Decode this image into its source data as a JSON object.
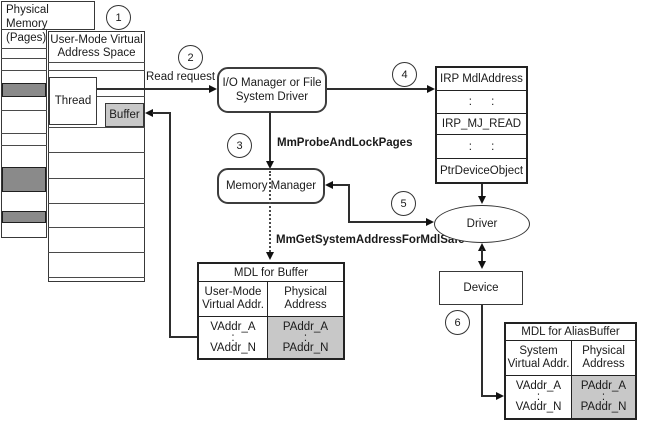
{
  "steps": [
    "1",
    "2",
    "3",
    "4",
    "5",
    "6"
  ],
  "physical_memory": {
    "line1": "Physical Memory",
    "line2": "(Pages)"
  },
  "user_mode": {
    "line1": "User-Mode Virtual",
    "line2": "Address Space"
  },
  "thread_label": "Thread",
  "buffer_label": "Buffer",
  "read_request_label": "Read request",
  "io_manager": {
    "line1": "I/O Manager or File",
    "line2": "System Driver"
  },
  "memory_manager_label": "Memory Manager",
  "api_labels": {
    "probe_and_lock": "MmProbeAndLockPages",
    "get_system_address": "MmGetSystemAddressForMdlSafe"
  },
  "irp_table": {
    "rows": [
      "IRP MdlAddress",
      ":      :",
      "IRP_MJ_READ",
      ":      :",
      "PtrDeviceObject"
    ]
  },
  "driver_label": "Driver",
  "device_label": "Device",
  "mdl_buffer": {
    "title": "MDL for Buffer",
    "col1": {
      "line1": "User-Mode",
      "line2": "Virtual Addr."
    },
    "col2": {
      "line1": "Physical",
      "line2": "Address"
    },
    "va_first": "VAddr_A",
    "va_sep": ":",
    "va_last": "VAddr_N",
    "pa_first": "PAddr_A",
    "pa_sep": ":",
    "pa_last": "PAddr_N"
  },
  "mdl_alias": {
    "title": "MDL for AliasBuffer",
    "col1": {
      "line1": "System",
      "line2": "Virtual Addr."
    },
    "col2": {
      "line1": "Physical",
      "line2": "Address"
    },
    "va_first": "VAddr_A",
    "va_sep": ":",
    "va_last": "VAddr_N",
    "pa_first": "PAddr_A",
    "pa_sep": ":",
    "pa_last": "PAddr_N"
  },
  "colors": {
    "shaded_cell": "#c8c8c8",
    "shaded_page": "#8a8a8a",
    "line": "#2e2e2e"
  }
}
